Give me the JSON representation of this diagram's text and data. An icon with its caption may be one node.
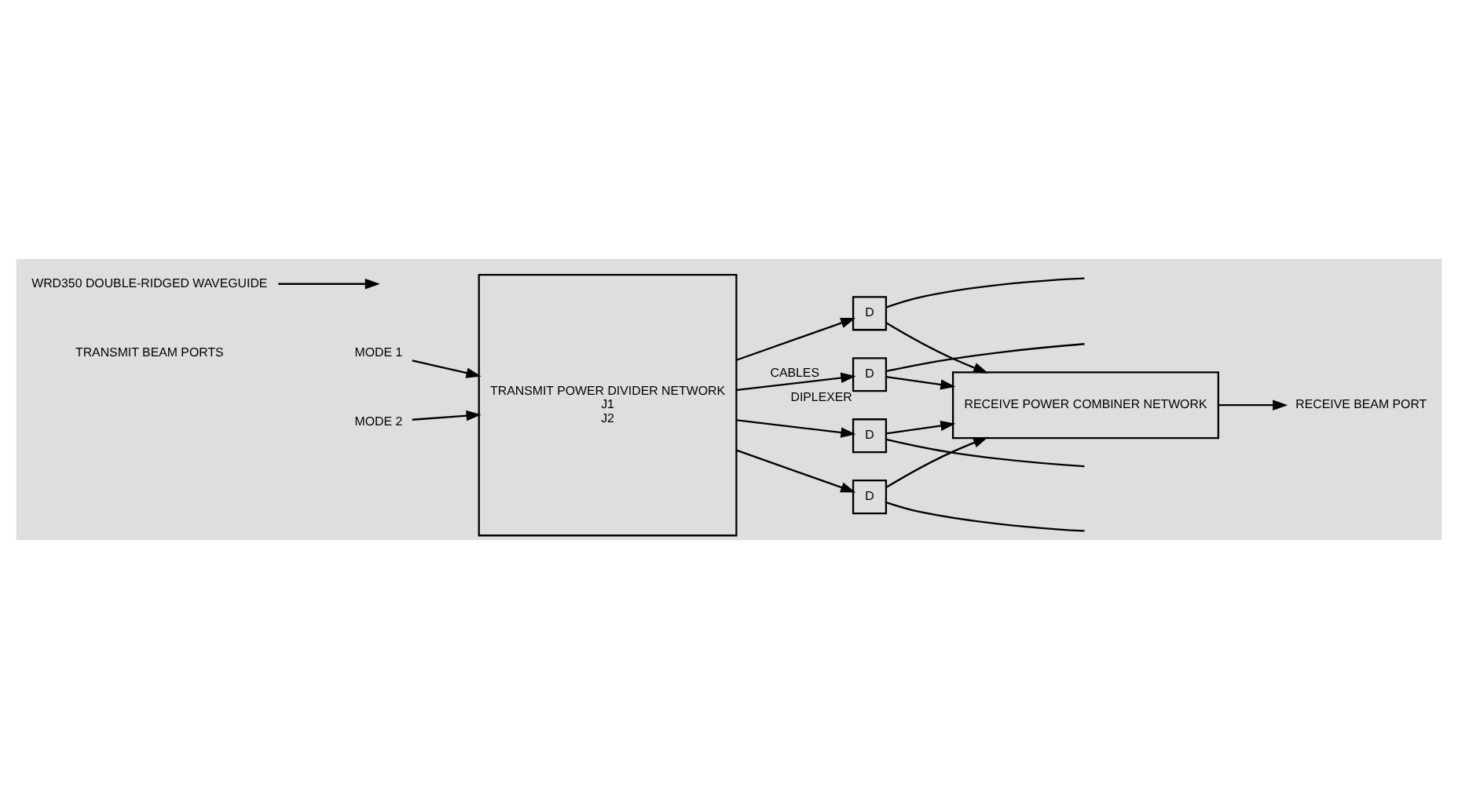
{
  "diagram": {
    "nodes": [
      {
        "text": [
          "MODE 1"
        ]
      },
      {
        "text": [
          "MODE 2"
        ]
      },
      {
        "text": [
          "TRANSMIT POWER DIVIDER NETWORK",
          "J1",
          "J2"
        ]
      },
      {
        "text": [
          "D"
        ],
        "beside": [
          "DIPLEXER"
        ]
      },
      {
        "text": [
          "D"
        ]
      },
      {
        "text": [
          "D"
        ]
      },
      {
        "text": [
          "D"
        ]
      },
      {
        "text": [
          "WRD350 DOUBLE-RIDGED WAVEGUIDE"
        ]
      },
      {
        "text": [
          "RECEIVE POWER COMBINER NETWORK"
        ]
      },
      {
        "text": [
          "RECEIVE BEAM PORT"
        ]
      }
    ],
    "edges": [
      {
        "from": 0,
        "to": 2,
        "arrow": "to"
      },
      {
        "from": 1,
        "to": 2,
        "arrow": "to"
      },
      {
        "from": 2,
        "to": 3,
        "arrow": "to",
        "label": "CABLES"
      },
      {
        "from": 2,
        "to": 4,
        "arrow": "to"
      },
      {
        "from": 2,
        "to": 5,
        "arrow": "to"
      },
      {
        "from": 2,
        "to": 6,
        "arrow": "to"
      },
      {
        "from": 3,
        "to": null,
        "arrow": "none"
      },
      {
        "from": 4,
        "to": null,
        "arrow": "none"
      },
      {
        "from": 5,
        "to": null,
        "arrow": "none"
      },
      {
        "from": 6,
        "to": null,
        "arrow": "none"
      },
      {
        "from": 7,
        "to": null,
        "arrow": "to"
      },
      {
        "from": 6,
        "to": 8,
        "arrow": "to"
      },
      {
        "from": 5,
        "to": 8,
        "arrow": "to"
      },
      {
        "from": 4,
        "to": 8,
        "arrow": "to"
      },
      {
        "from": 3,
        "to": 8,
        "arrow": "to"
      },
      {
        "from": 8,
        "to": 9,
        "arrow": "to"
      }
    ],
    "labels": [
      "TRANSMIT BEAM PORTS"
    ]
  }
}
